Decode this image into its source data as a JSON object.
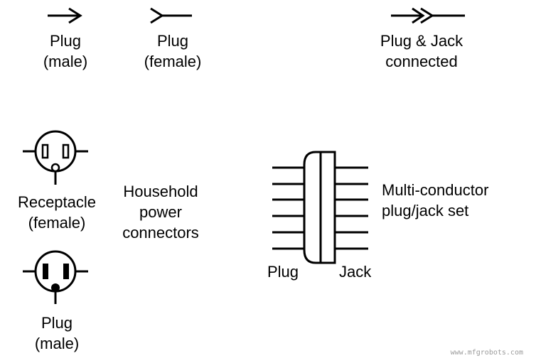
{
  "labels": {
    "plug_male_top": "Plug\n(male)",
    "plug_female_top": "Plug\n(female)",
    "plug_jack_connected": "Plug & Jack\nconnected",
    "receptacle": "Receptacle\n(female)",
    "household": "Household\npower\nconnectors",
    "plug_male_bottom": "Plug\n(male)",
    "multi_conductor": "Multi-conductor\nplug/jack set",
    "plug": "Plug",
    "jack": "Jack"
  },
  "watermark": "www.mfgrobots.com"
}
